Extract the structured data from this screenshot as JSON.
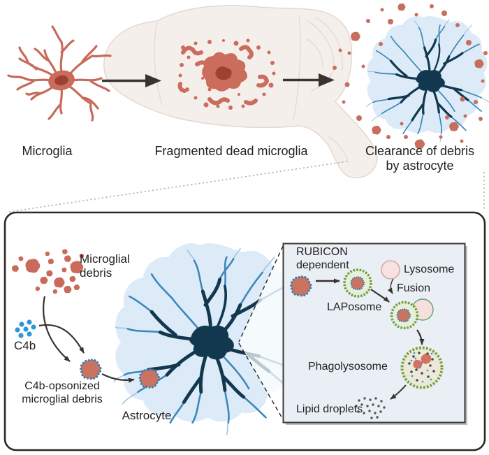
{
  "top_row": {
    "microglia_label": "Microglia",
    "fragmented_label": "Fragmented dead microglia",
    "clearance_label": "Clearance of debris by astrocyte"
  },
  "main_panel": {
    "microglial_debris_label": "Microglial debris",
    "c4b_label": "C4b",
    "opsonized_label": "C4b-opsonized microglial debris",
    "astrocyte_label": "Astrocyte"
  },
  "inset_panel": {
    "rubicon_label": "RUBICON dependent",
    "lysosome_label": "Lysosome",
    "fusion_label": "Fusion",
    "laposome_label": "LAPosome",
    "phagolysosome_label": "Phagolysosome",
    "lipid_droplets_label": "Lipid droplets"
  },
  "colors": {
    "microglia_red": "#c96a5a",
    "microglia_core": "#9c4134",
    "astrocyte_navy": "#12384f",
    "astrocyte_blue": "#3d86ba",
    "astrocyte_halo": "#dcebf7",
    "c4b_blue": "#2d96d5",
    "opsonin_blue": "#2e7cb5",
    "lap_green": "#6f9c3c",
    "lap_fill": "#e6efd8",
    "lysosome_pink": "#f8e2e1",
    "phagolysosome_fill": "#ece8da",
    "brain_fill": "#f5efec",
    "inset_bg": "#e9eff5",
    "arrow_dark": "#3a3231"
  }
}
